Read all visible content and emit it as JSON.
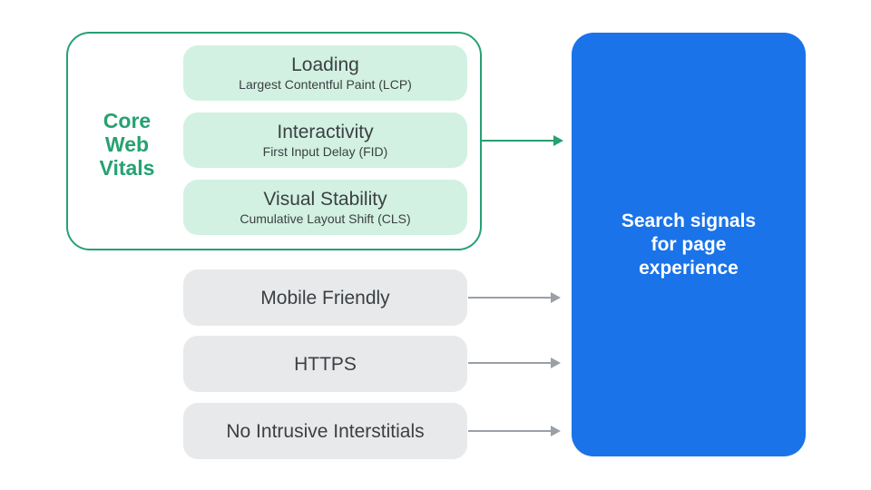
{
  "core_web_vitals": {
    "label": "Core Web Vitals",
    "label_lines": [
      "Core",
      "Web",
      "Vitals"
    ],
    "items": [
      {
        "title": "Loading",
        "subtitle": "Largest Contentful Paint (LCP)"
      },
      {
        "title": "Interactivity",
        "subtitle": "First Input Delay (FID)"
      },
      {
        "title": "Visual Stability",
        "subtitle": "Cumulative Layout Shift (CLS)"
      }
    ]
  },
  "other_signals": [
    {
      "label": "Mobile Friendly"
    },
    {
      "label": "HTTPS"
    },
    {
      "label": "No Intrusive Interstitials"
    }
  ],
  "result_box": {
    "text": "Search signals for page experience",
    "lines": [
      "Search signals",
      "for page",
      "experience"
    ]
  },
  "colors": {
    "green": "#26A172",
    "green_light": "#D2F1E2",
    "gray_card": "#E8E9EB",
    "text_dark": "#3C4043",
    "blue": "#1A73E8",
    "arrow_gray": "#9AA0A6",
    "white": "#FFFFFF"
  }
}
